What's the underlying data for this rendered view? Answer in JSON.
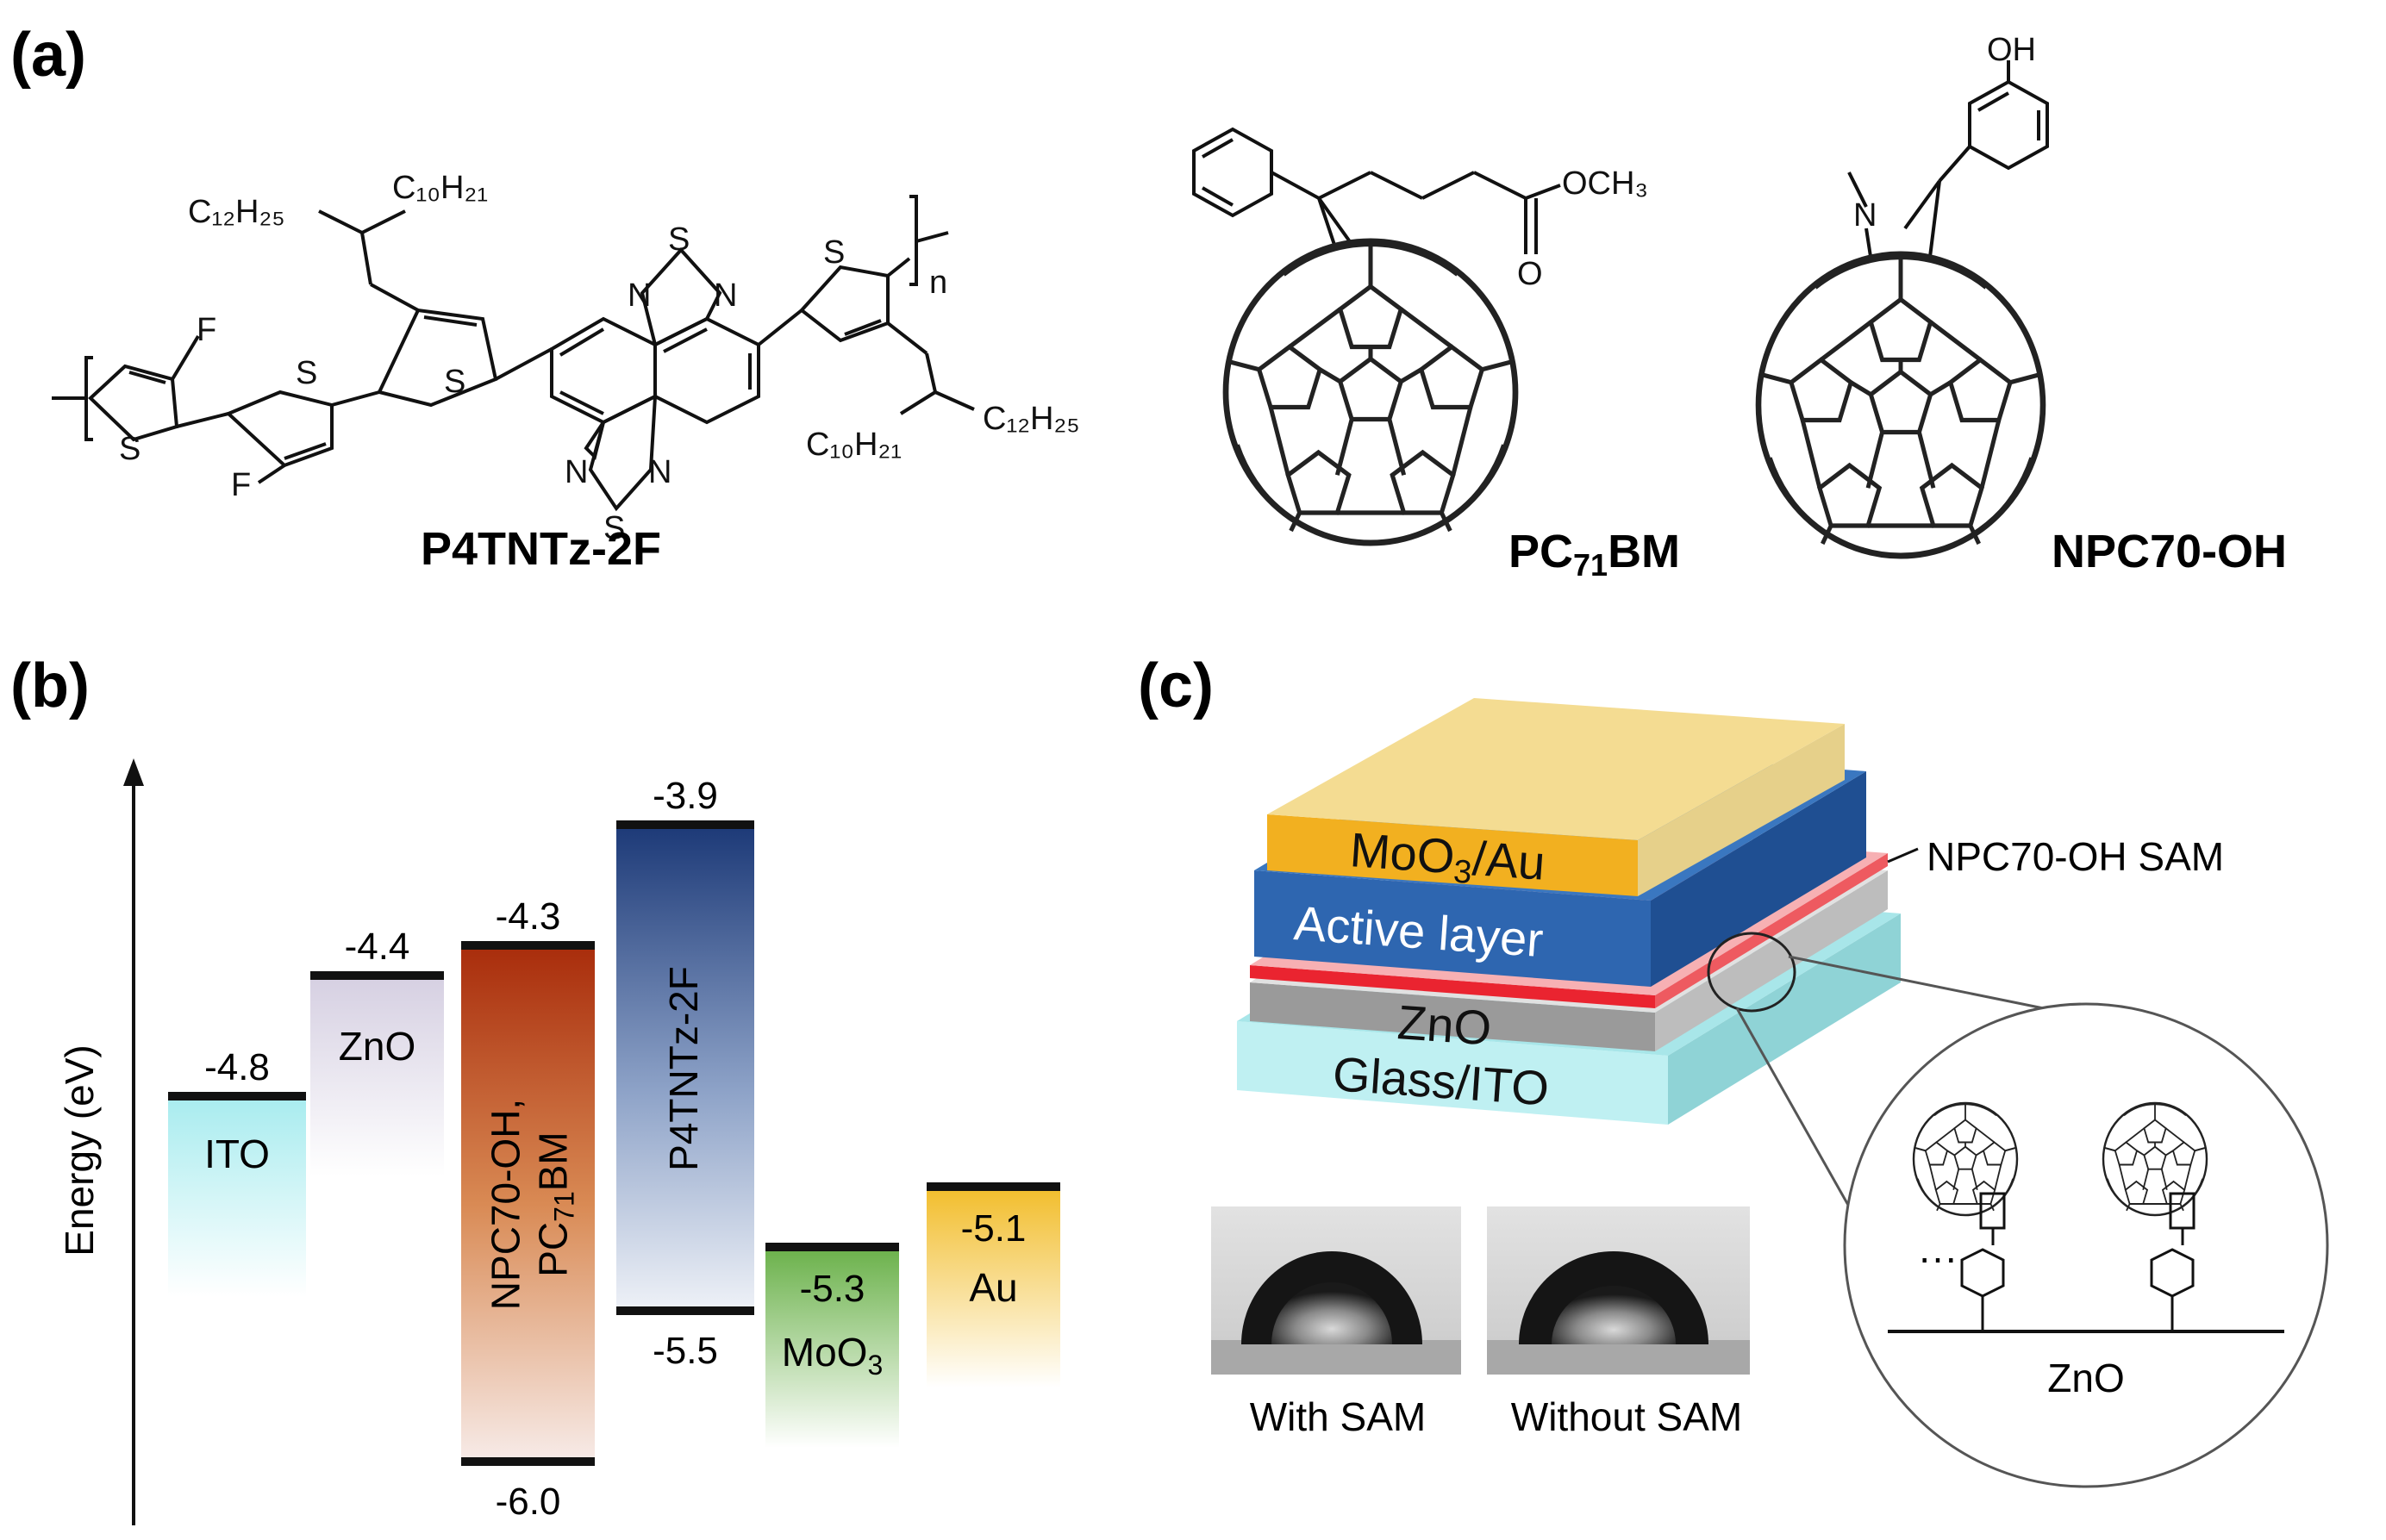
{
  "panels": {
    "a": "(a)",
    "b": "(b)",
    "c": "(c)"
  },
  "structures": {
    "polymer": {
      "name": "P4TNTz-2F",
      "side_chain_top_left": "C₁₂H₂₅",
      "side_chain_top_right": "C₁₀H₂₁",
      "side_chain_bottom_left": "C₁₀H₂₁",
      "side_chain_bottom_right": "C₁₂H₂₅",
      "fluorine": "F",
      "sulfur": "S",
      "nitrogen": "N",
      "repeat": "n"
    },
    "pcbm": {
      "name_prefix": "PC",
      "name_sub": "71",
      "name_suffix": "BM",
      "ester": "OCH₃",
      "oxygen": "O"
    },
    "npc": {
      "name": "NPC70-OH",
      "hydroxyl": "OH",
      "nitrogen": "N"
    }
  },
  "energy_diagram": {
    "ylabel": "Energy (eV)",
    "levels": [
      {
        "material": "ITO",
        "values": [
          -4.8
        ],
        "labels": [
          "-4.8"
        ]
      },
      {
        "material": "ZnO",
        "values": [
          -4.4
        ],
        "labels": [
          "-4.4"
        ]
      },
      {
        "material": "NPC70-OH, PC71BM",
        "line1": "NPC70-OH,",
        "line2_prefix": "PC",
        "line2_sub": "71",
        "line2_suffix": "BM",
        "values": [
          -4.3,
          -6.0
        ],
        "labels": [
          "-4.3",
          "-6.0"
        ]
      },
      {
        "material": "P4TNTz-2F",
        "values": [
          -3.9,
          -5.5
        ],
        "labels": [
          "-3.9",
          "-5.5"
        ]
      },
      {
        "material_prefix": "MoO",
        "material_sub": "3",
        "values": [
          -5.3
        ],
        "labels": [
          "-5.3"
        ]
      },
      {
        "material": "Au",
        "values": [
          -5.1
        ],
        "labels": [
          "-5.1"
        ]
      }
    ],
    "colors": {
      "ito": "#bfeff2",
      "zno": "#ddd6e6",
      "npc": "#b03a12",
      "p4t": "#233f7c",
      "moo3": "#7fbf5e",
      "au": "#f3c33c"
    }
  },
  "device": {
    "layers": [
      {
        "label_prefix": "MoO",
        "label_sub": "3",
        "label_suffix": "/Au",
        "color": "#f2b21f"
      },
      {
        "label": "Active layer",
        "color": "#2e66b0"
      },
      {
        "label": "NPC70-OH SAM",
        "color": "#e8333a"
      },
      {
        "label": "ZnO",
        "color": "#9b9b9b"
      },
      {
        "label": "Glass/ITO",
        "color": "#a9e6e8"
      }
    ],
    "sam_callout": "NPC70-OH SAM",
    "inset_substrate": "ZnO",
    "inset_ellipsis": "···",
    "contact_angle": [
      "With SAM",
      "Without SAM"
    ]
  }
}
